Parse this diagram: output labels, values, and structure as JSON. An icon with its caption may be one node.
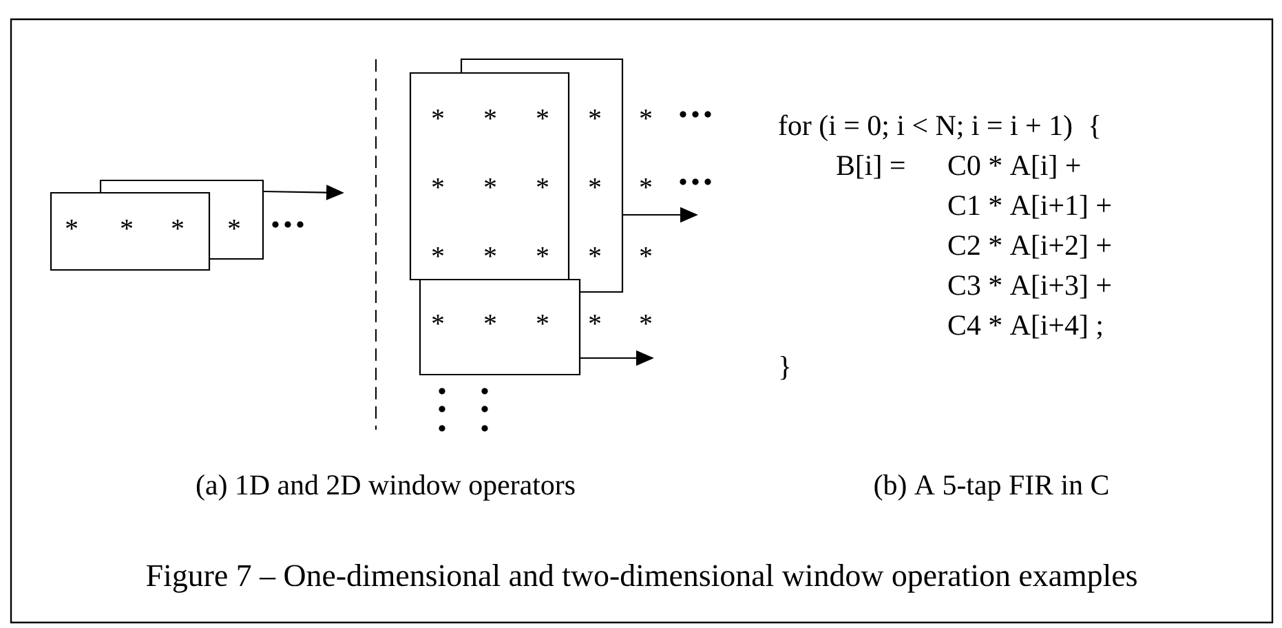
{
  "diagram": {
    "caption": "Figure 7 – One-dimensional and two-dimensional window operation examples",
    "nodes": [
      {
        "text": [
          "*"
        ]
      },
      {
        "text": [
          "*",
          "*",
          "*"
        ]
      },
      {
        "text": [
          "*",
          "*",
          "*"
        ]
      },
      {
        "text": [
          "*",
          "*",
          "*",
          "*",
          "*",
          "*",
          "*",
          "*",
          "*"
        ]
      },
      {
        "text": [
          "*",
          "*",
          "*"
        ]
      }
    ],
    "edges": [
      {
        "from": 0,
        "to": null,
        "arrow": "to"
      },
      {
        "from": 2,
        "to": null,
        "arrow": "to"
      },
      {
        "from": 4,
        "to": null,
        "arrow": "to"
      }
    ],
    "labels": [
      "*",
      "*",
      "*",
      "*",
      "*",
      "for (i = 0; i < N; i = i + 1)",
      "{",
      "B[i] =",
      "C0 * A[i] +",
      "C1 * A[i+1] +",
      "C2 * A[i+2] +",
      "C3 * A[i+3] +",
      "C4 * A[i+4] ;",
      "}",
      "(a) 1D and 2D window operators",
      "(b) A 5-tap FIR in C"
    ]
  }
}
